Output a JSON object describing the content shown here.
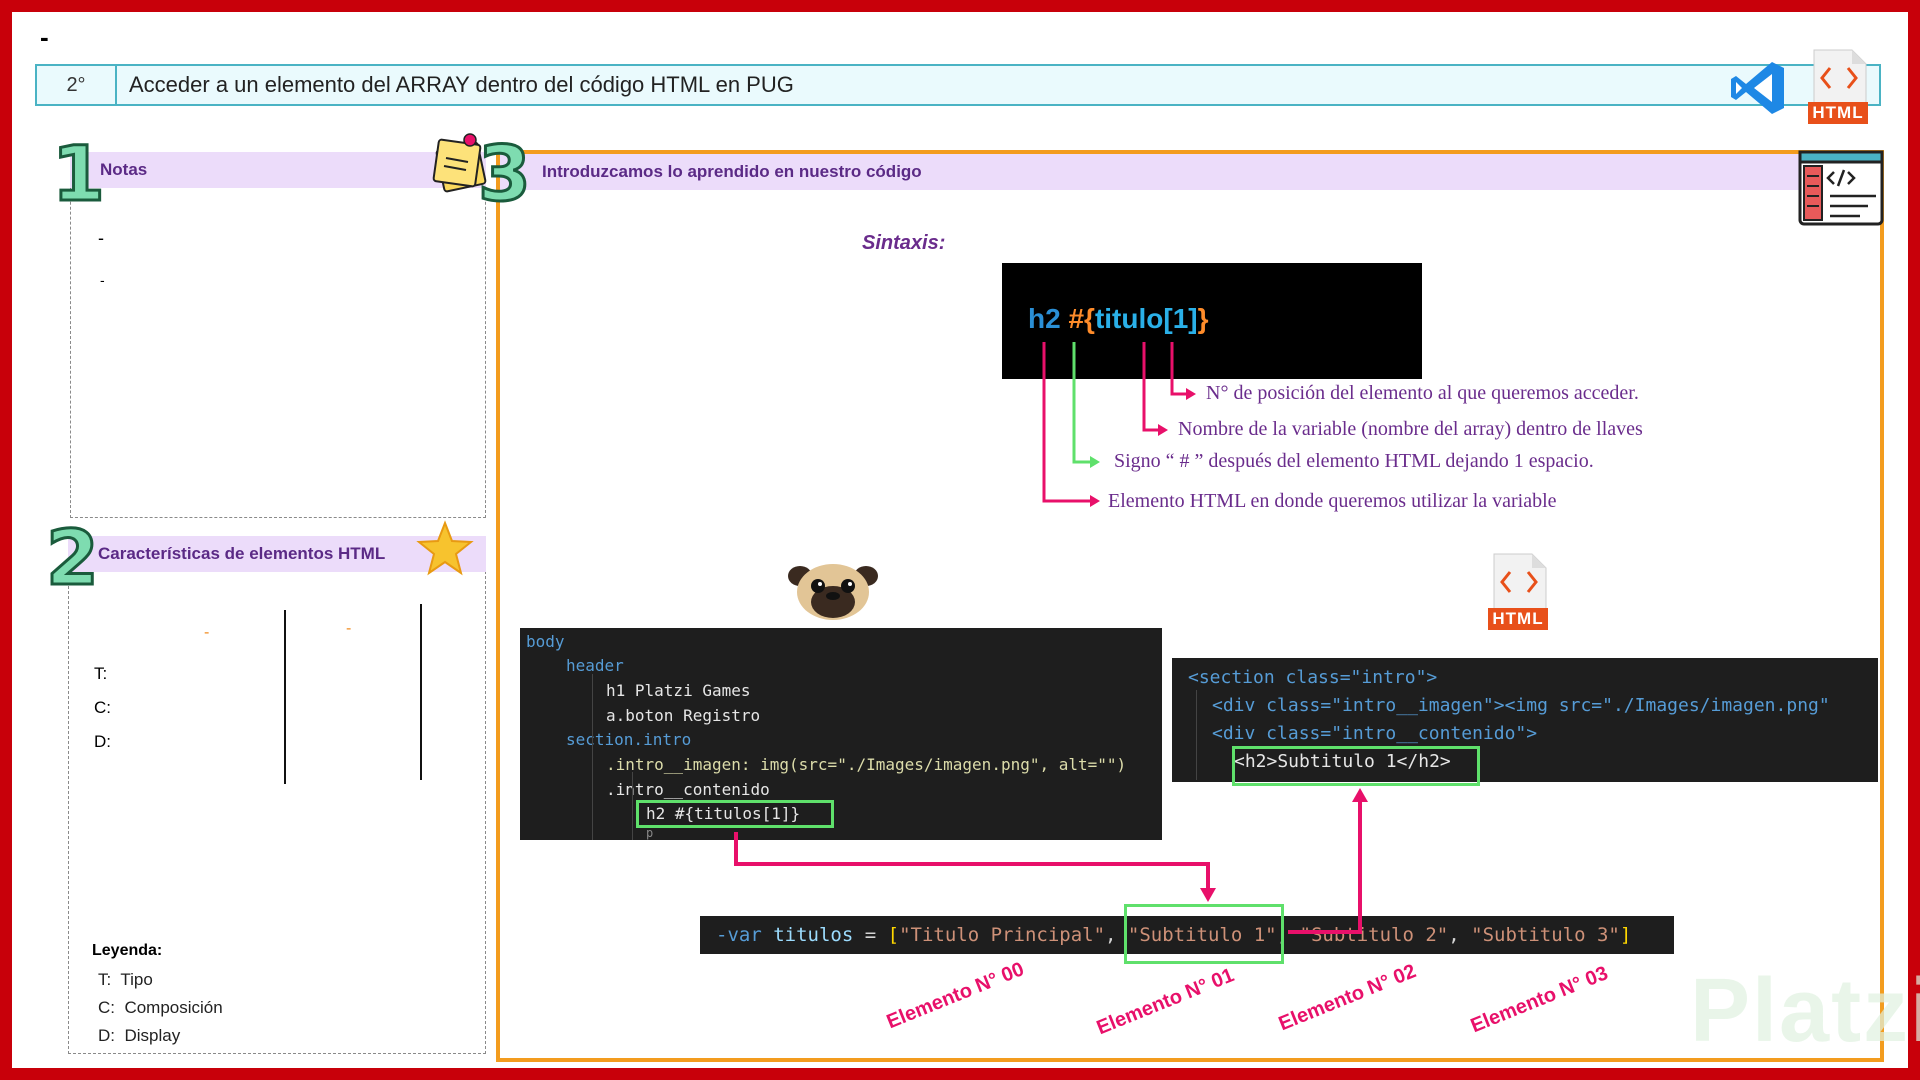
{
  "top_dash": "-",
  "header": {
    "number": "2°",
    "title": "Acceder a un elemento del ARRAY dentro del código HTML en PUG",
    "html_badge": "HTML"
  },
  "notes": {
    "number": "1",
    "title": "Notas",
    "bullets": [
      "-",
      "-"
    ]
  },
  "characteristics": {
    "number": "2",
    "title": "Características de elementos HTML",
    "col_dashes": [
      "-",
      "-"
    ],
    "rows": [
      "T:",
      "C:",
      "D:"
    ],
    "legend_title": "Leyenda:",
    "legend": [
      {
        "key": "T:",
        "value": "Tipo"
      },
      {
        "key": "C:",
        "value": "Composición"
      },
      {
        "key": "D:",
        "value": "Display"
      }
    ]
  },
  "main": {
    "number": "3",
    "title": "Introduzcamos lo aprendido en nuestro código",
    "syntax_label": "Sintaxis:",
    "syntax": {
      "tag": "h2",
      "hash": "#",
      "brace_open": "{",
      "var": "titulo",
      "index": "[1]",
      "brace_close": "}"
    },
    "annotations": [
      "N° de posición del elemento al que queremos acceder.",
      "Nombre de la variable (nombre del array) dentro de llaves",
      "Signo “ # ” después del elemento HTML dejando 1 espacio.",
      "Elemento HTML en donde queremos utilizar la variable"
    ],
    "pug_code": [
      {
        "t": "body"
      },
      {
        "t": "header"
      },
      {
        "t": "h1 Platzi Games"
      },
      {
        "t": "a.boton  Registro"
      },
      {
        "t": "section.intro"
      },
      {
        "t": ".intro__imagen: img(src=\"./Images/imagen.png\", alt=\"\")"
      },
      {
        "t": ".intro__contenido"
      },
      {
        "t": "h2 #{titulos[1]}"
      },
      {
        "t": "p"
      }
    ],
    "html_code": [
      "<section class=\"intro\">",
      "<div class=\"intro__imagen\"><img src=\"./Images/imagen.png\"",
      "<div class=\"intro__contenido\">",
      "<h2>Subtitulo 1</h2>"
    ],
    "html_badge": "HTML",
    "var_line": {
      "prefix": "-var",
      "name": "titulos",
      "eq": "=",
      "items": [
        "\"Titulo Principal\"",
        "\"Subtitulo 1\"",
        "\"Subtitulo 2\"",
        "\"Subtitulo 3\""
      ]
    },
    "element_labels": [
      "Elemento N° 00",
      "Elemento N° 01",
      "Elemento N° 02",
      "Elemento N° 03"
    ]
  },
  "watermark": "Platzi",
  "colors": {
    "frame": "#c8000a",
    "accent_pink": "#e8106a",
    "accent_green": "#5fe06b",
    "orange_border": "#f39c1e",
    "purple_header": "#ecdcfa"
  }
}
